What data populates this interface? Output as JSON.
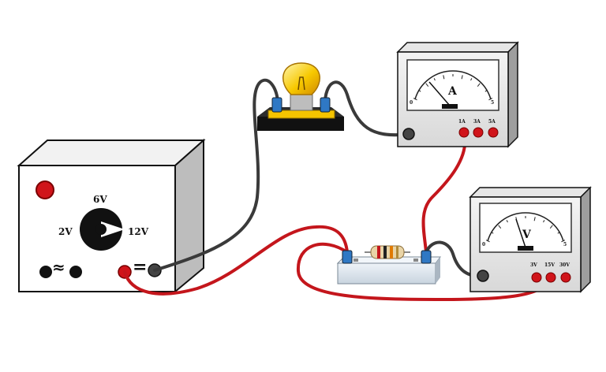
{
  "power_supply": {
    "voltage_options": [
      "2V",
      "6V",
      "12V"
    ],
    "ac_symbol": "≈",
    "dc_symbol": "="
  },
  "ammeter": {
    "unit_letter": "A",
    "range_labels": [
      "1A",
      "3A",
      "5A"
    ],
    "scale_min": "0",
    "scale_max": "5"
  },
  "voltmeter": {
    "unit_letter": "V",
    "range_labels": [
      "3V",
      "15V",
      "30V"
    ],
    "scale_min": "0",
    "scale_max": "5"
  },
  "colors": {
    "wire_red": "#c4161c",
    "wire_dark": "#3a3a3a",
    "lamp_glow": "#f5c400",
    "board": "#dfe7ef",
    "terminal_blue": "#2f78c4"
  }
}
